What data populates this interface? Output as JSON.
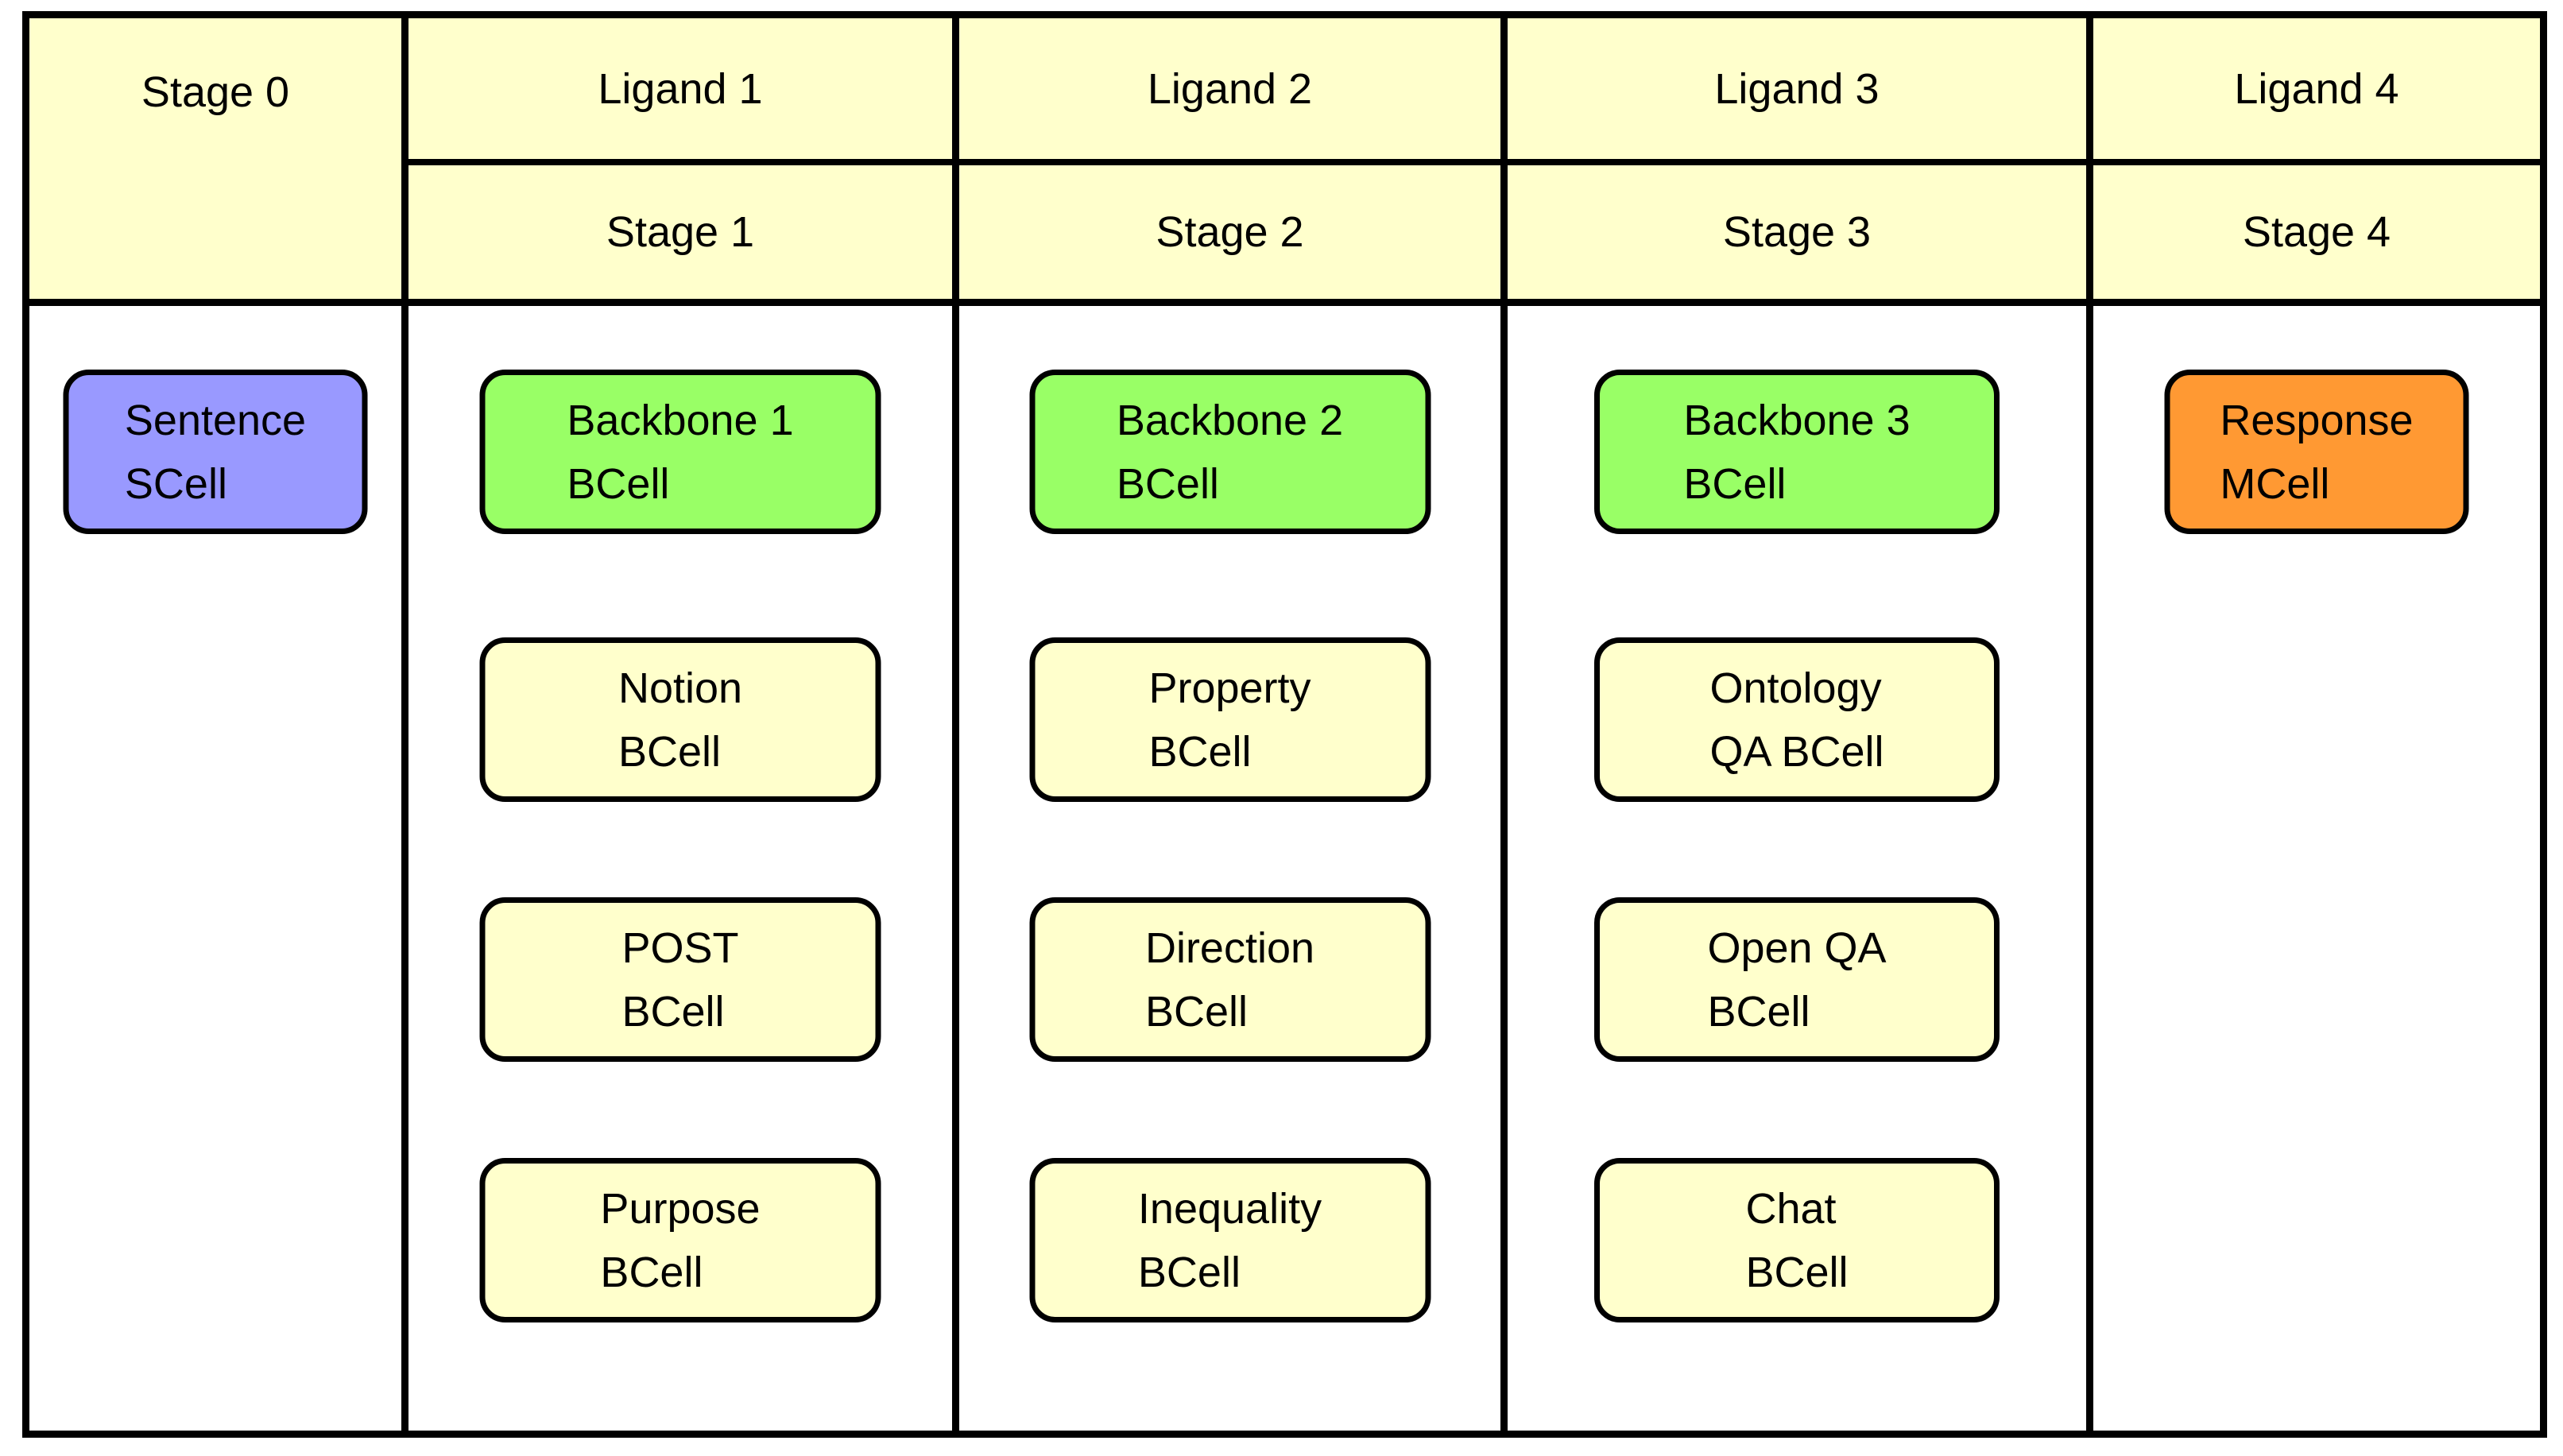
{
  "palette": {
    "background": "#FFFFFF",
    "border": "#000000",
    "header_bg": "#FFFFCC",
    "box_yellow": "#FFFFCC",
    "box_green": "#99FF66",
    "box_purple": "#9999FF",
    "box_orange": "#FF9933"
  },
  "columns": [
    {
      "id": "stage0",
      "header_top": "Stage 0",
      "header_bottom": "",
      "boxes": [
        {
          "line1": "Sentence",
          "line2": "SCell",
          "color_key": "box_purple"
        }
      ]
    },
    {
      "id": "ligand1",
      "header_top": "Ligand 1",
      "header_bottom": "Stage 1",
      "boxes": [
        {
          "line1": "Backbone 1",
          "line2": "BCell",
          "color_key": "box_green"
        },
        {
          "line1": "Notion",
          "line2": "BCell",
          "color_key": "box_yellow"
        },
        {
          "line1": "POST",
          "line2": "BCell",
          "color_key": "box_yellow"
        },
        {
          "line1": "Purpose",
          "line2": "BCell",
          "color_key": "box_yellow"
        }
      ]
    },
    {
      "id": "ligand2",
      "header_top": "Ligand 2",
      "header_bottom": "Stage 2",
      "boxes": [
        {
          "line1": "Backbone 2",
          "line2": "BCell",
          "color_key": "box_green"
        },
        {
          "line1": "Property",
          "line2": "BCell",
          "color_key": "box_yellow"
        },
        {
          "line1": "Direction",
          "line2": "BCell",
          "color_key": "box_yellow"
        },
        {
          "line1": "Inequality",
          "line2": "BCell",
          "color_key": "box_yellow"
        }
      ]
    },
    {
      "id": "ligand3",
      "header_top": "Ligand 3",
      "header_bottom": "Stage 3",
      "boxes": [
        {
          "line1": "Backbone 3",
          "line2": "BCell",
          "color_key": "box_green"
        },
        {
          "line1": "Ontology",
          "line2": "QA BCell",
          "color_key": "box_yellow"
        },
        {
          "line1": "Open QA",
          "line2": "BCell",
          "color_key": "box_yellow"
        },
        {
          "line1": "Chat",
          "line2": "BCell",
          "color_key": "box_yellow"
        }
      ]
    },
    {
      "id": "ligand4",
      "header_top": "Ligand 4",
      "header_bottom": "Stage 4",
      "boxes": [
        {
          "line1": "Response",
          "line2": "MCell",
          "color_key": "box_orange"
        }
      ]
    }
  ]
}
